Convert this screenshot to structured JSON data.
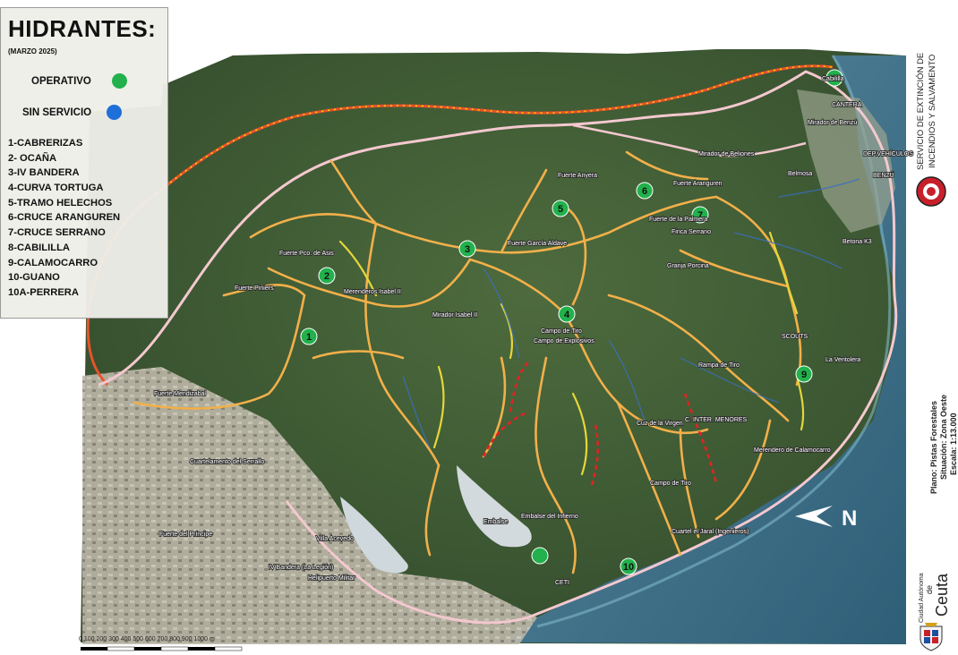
{
  "legend": {
    "title": "HIDRANTES:",
    "date": "(MARZO 2025)",
    "operativo_label": "OPERATIVO",
    "operativo_color": "#22b14c",
    "sin_servicio_label": "SIN SERVICIO",
    "sin_servicio_color": "#1e6fd9",
    "hydrants": [
      "1-CABRERIZAS",
      "2- OCAÑA",
      "3-IV BANDERA",
      "4-CURVA TORTUGA",
      "5-TRAMO HELECHOS",
      "6-CRUCE ARANGUREN",
      "7-CRUCE SERRANO",
      "8-CABILILLA",
      "9-CALAMOCARRO",
      "10-GUANO",
      "10A-PERRERA"
    ]
  },
  "markers": [
    "1",
    "2",
    "3",
    "4",
    "5",
    "6",
    "7",
    "8",
    "9",
    "10"
  ],
  "place_labels": [
    "Fuerte Anyera",
    "Fuerte García Aldave",
    "Fuerte Aranguren",
    "Fuerte de la Palmera",
    "Finca Serrano",
    "Granja Porcina",
    "Fuerte Pco. de Asis",
    "Fuerte Piniers",
    "Merenderos Isabel II",
    "Mirador Isabel II",
    "Campo de Tiro",
    "Campo de Explosivos",
    "Fuerte Mendizabal",
    "Fuerte del Príncipe",
    "IV Bandera (La Legión)",
    "Helipuerto Militar",
    "Villa Acevedo",
    "Cuz de la Virgen",
    "C. INTER. MENORES",
    "Merendero de Calamocarro",
    "Campo de Tiro",
    "Cuartel el Jaral (Ingenieros)",
    "Mirador de Benzú",
    "Mirador de Beliones",
    "CANTERA",
    "DEP.VEHÍCULOS",
    "BENZÚ",
    "Betona K3",
    "SCOUTS",
    "La Ventolera",
    "Rampa de Tiro",
    "Cabililla",
    "Belmosa",
    "Cuartelamento del Serrallo",
    "CETI",
    "Embalse",
    "Embalse del Infierno"
  ],
  "north_label": "N",
  "scale_text": "0   100  200  300  400  500  600  700  800  900  1000 m",
  "right_strip": {
    "service_line1": "SERVICIO DE EXTINCIÓN DE",
    "service_line2": "INCENDIOS Y SALVAMENTO",
    "plano": "Plano: Pistas Forestales",
    "situacion": "Situación: Zona Oeste",
    "escala": "Escala: 1:13.000",
    "ciudad": "Ciudad Autónoma",
    "de": "de",
    "ceuta": "Ceuta"
  },
  "colors": {
    "forest": "#3e5a34",
    "sea": "#3f6f8a",
    "urban": "#b9b4a6",
    "track": "#f2b04a",
    "road": "#f4c8cf",
    "border": "#e8532b",
    "border_dots": "#ffd700",
    "river": "#3a6fc2",
    "fire_track": "#e32222",
    "hydrant": "#22b14c",
    "path_yellow": "#e5d63a"
  }
}
